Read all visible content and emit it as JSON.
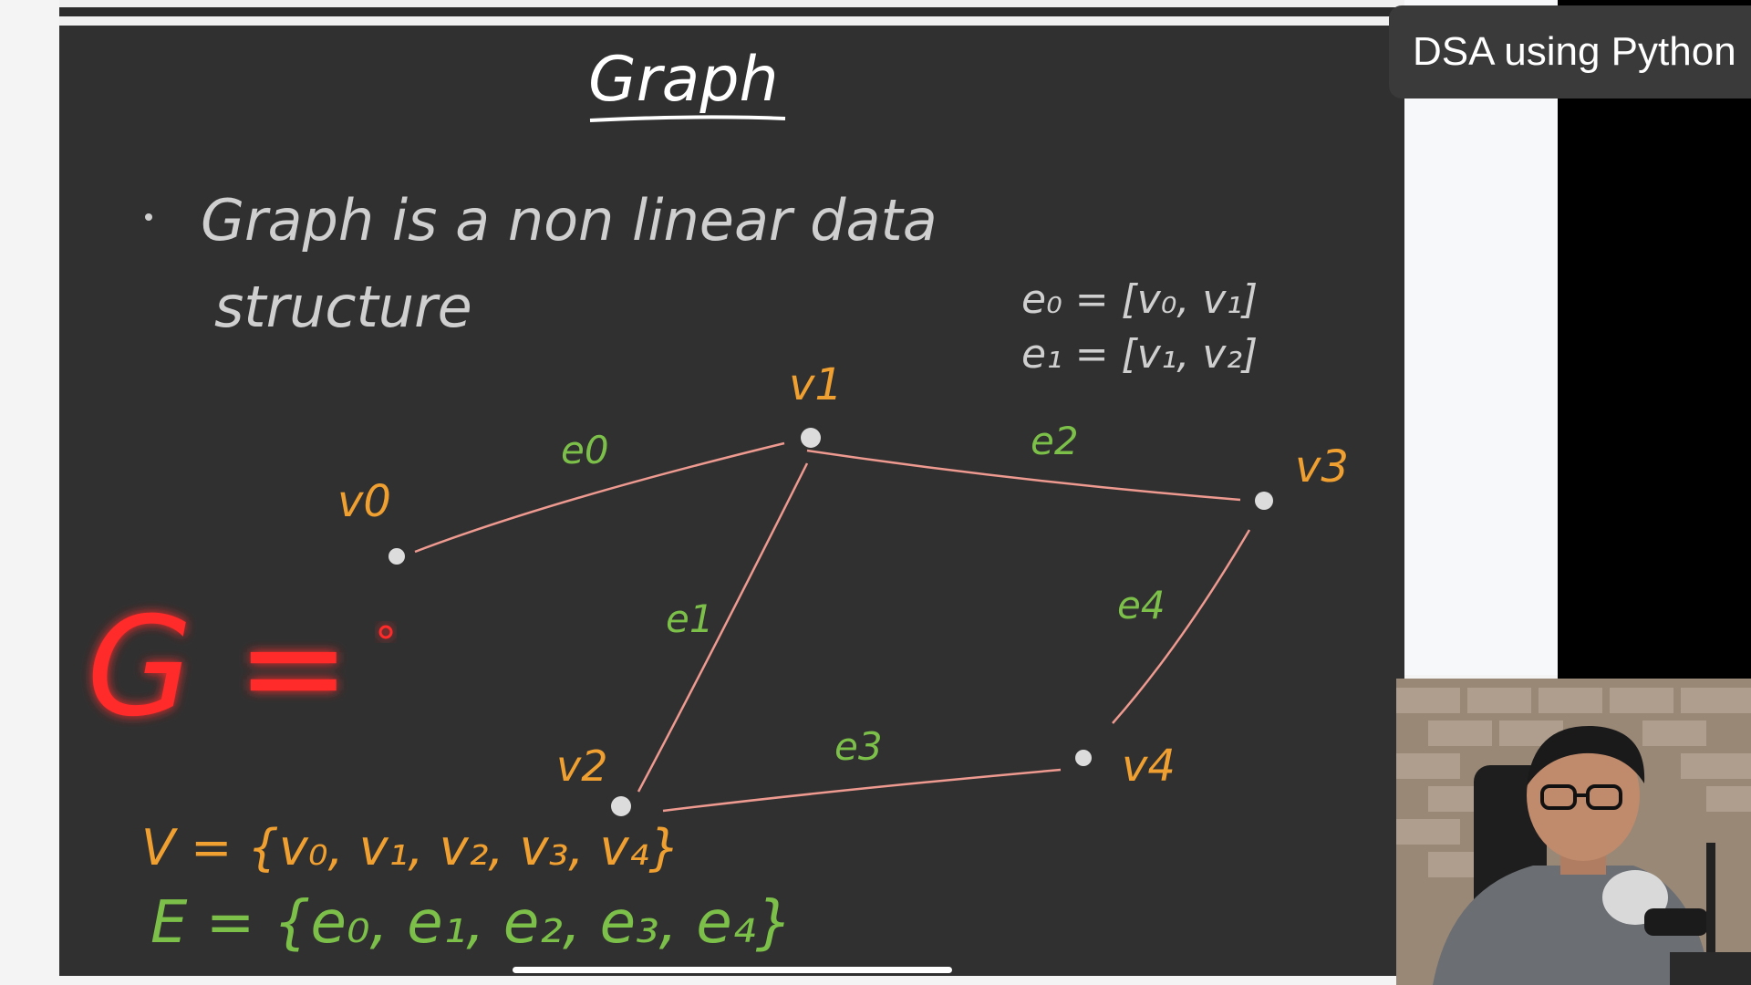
{
  "overlay": {
    "course_title": "DSA using Python"
  },
  "board": {
    "heading": "Graph",
    "bullet_line1": "Graph  is  a  non  linear  data",
    "bullet_line2": "structure",
    "edge_def_0": "e₀ = [v₀, v₁]",
    "edge_def_1": "e₁ = [v₁, v₂]",
    "vertex_labels": [
      "v0",
      "v1",
      "v2",
      "v3",
      "v4"
    ],
    "edge_labels": [
      "e0",
      "e1",
      "e2",
      "e3",
      "e4"
    ],
    "graph_symbol": "G =",
    "vertex_set": "V = {v₀, v₁, v₂, v₃, v₄}",
    "edge_set": "E = {e₀, e₁, e₂, e₃, e₄}"
  },
  "colors": {
    "board_bg": "#303030",
    "chalk_white": "#d2d2d2",
    "vertex_orange": "#f0a030",
    "edge_green": "#7cc04a",
    "edge_line": "#ef9a90",
    "highlight_red": "#ff2a2a"
  },
  "webcam": {
    "icon": "presenter-video"
  }
}
